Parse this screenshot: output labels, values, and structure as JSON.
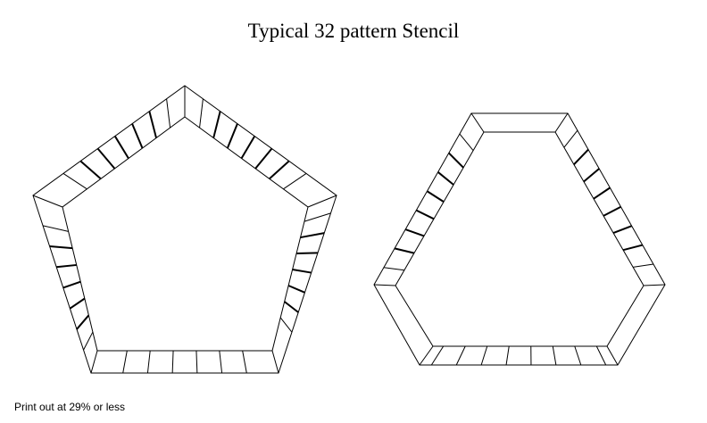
{
  "header": {
    "title": "Typical 32 pattern Stencil"
  },
  "footer": {
    "note": "Print out at 29% or less"
  },
  "stencils": [
    {
      "name": "pentagon-stencil",
      "sides": 5
    },
    {
      "name": "hexagon-stencil",
      "sides": 6
    }
  ]
}
